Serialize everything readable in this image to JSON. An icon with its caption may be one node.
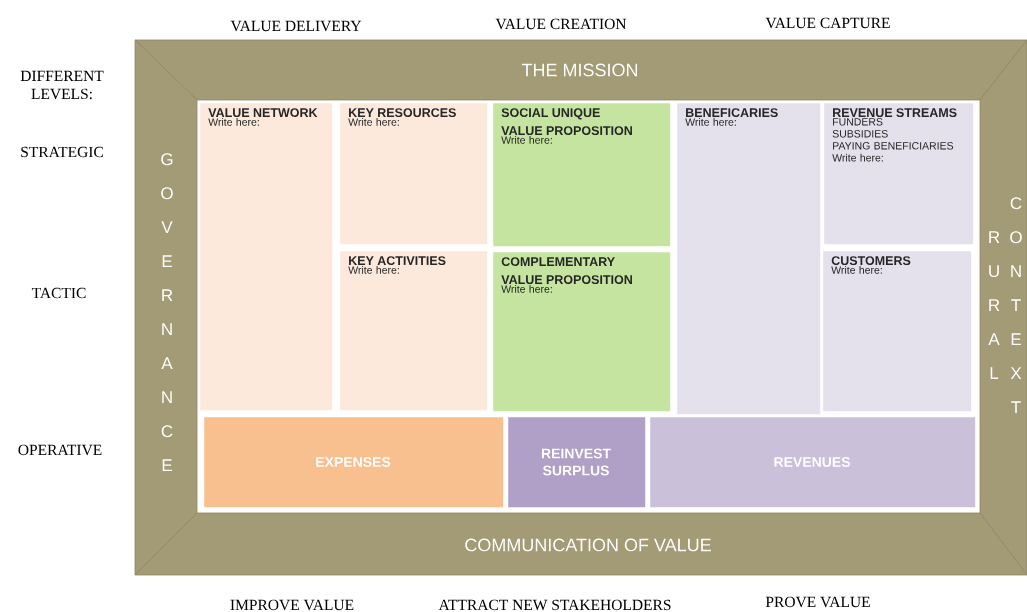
{
  "diagram": {
    "nodes": [
      {
        "text": [
          "THE MISSION"
        ]
      },
      {
        "text": [
          "GOVERNANCE"
        ]
      },
      {
        "text": [
          "RURAL",
          "CONTEXT"
        ]
      },
      {
        "text": [
          "VALUE NETWORK",
          "Write here:"
        ]
      },
      {
        "text": [
          "KEY RESOURCES",
          "Write here:"
        ]
      },
      {
        "text": [
          "KEY ACTIVITIES",
          "Write here:"
        ]
      },
      {
        "text": [
          "SOCIAL UNIQUE VALUE PROPOSITION",
          "Write here:"
        ]
      },
      {
        "text": [
          "COMPLEMENTARY VALUE PROPOSITION",
          "Write here:"
        ]
      },
      {
        "text": [
          "BENEFICARIES",
          "Write here:"
        ]
      },
      {
        "text": [
          "REVENUE STREAMS",
          "FUNDERS",
          "SUBSIDIES",
          "PAYING BENEFICIARIES",
          "Write here:"
        ]
      },
      {
        "text": [
          "CUSTOMERS",
          "Write here:"
        ]
      },
      {
        "text": [
          "EXPENSES"
        ]
      },
      {
        "text": [
          "REINVEST SURPLUS"
        ]
      },
      {
        "text": [
          "REVENUES"
        ]
      },
      {
        "text": [
          "COMMUNICATION OF VALUE"
        ]
      }
    ],
    "labels": [
      "VALUE DELIVERY",
      "VALUE CREATION",
      "VALUE CAPTURE",
      "DIFFERENT LEVELS:",
      "STRATEGIC",
      "TACTIC",
      "OPERATIVE",
      "IMPROVE VALUE",
      "ATTRACT NEW STAKEHOLDERS",
      "PROVE VALUE"
    ]
  }
}
